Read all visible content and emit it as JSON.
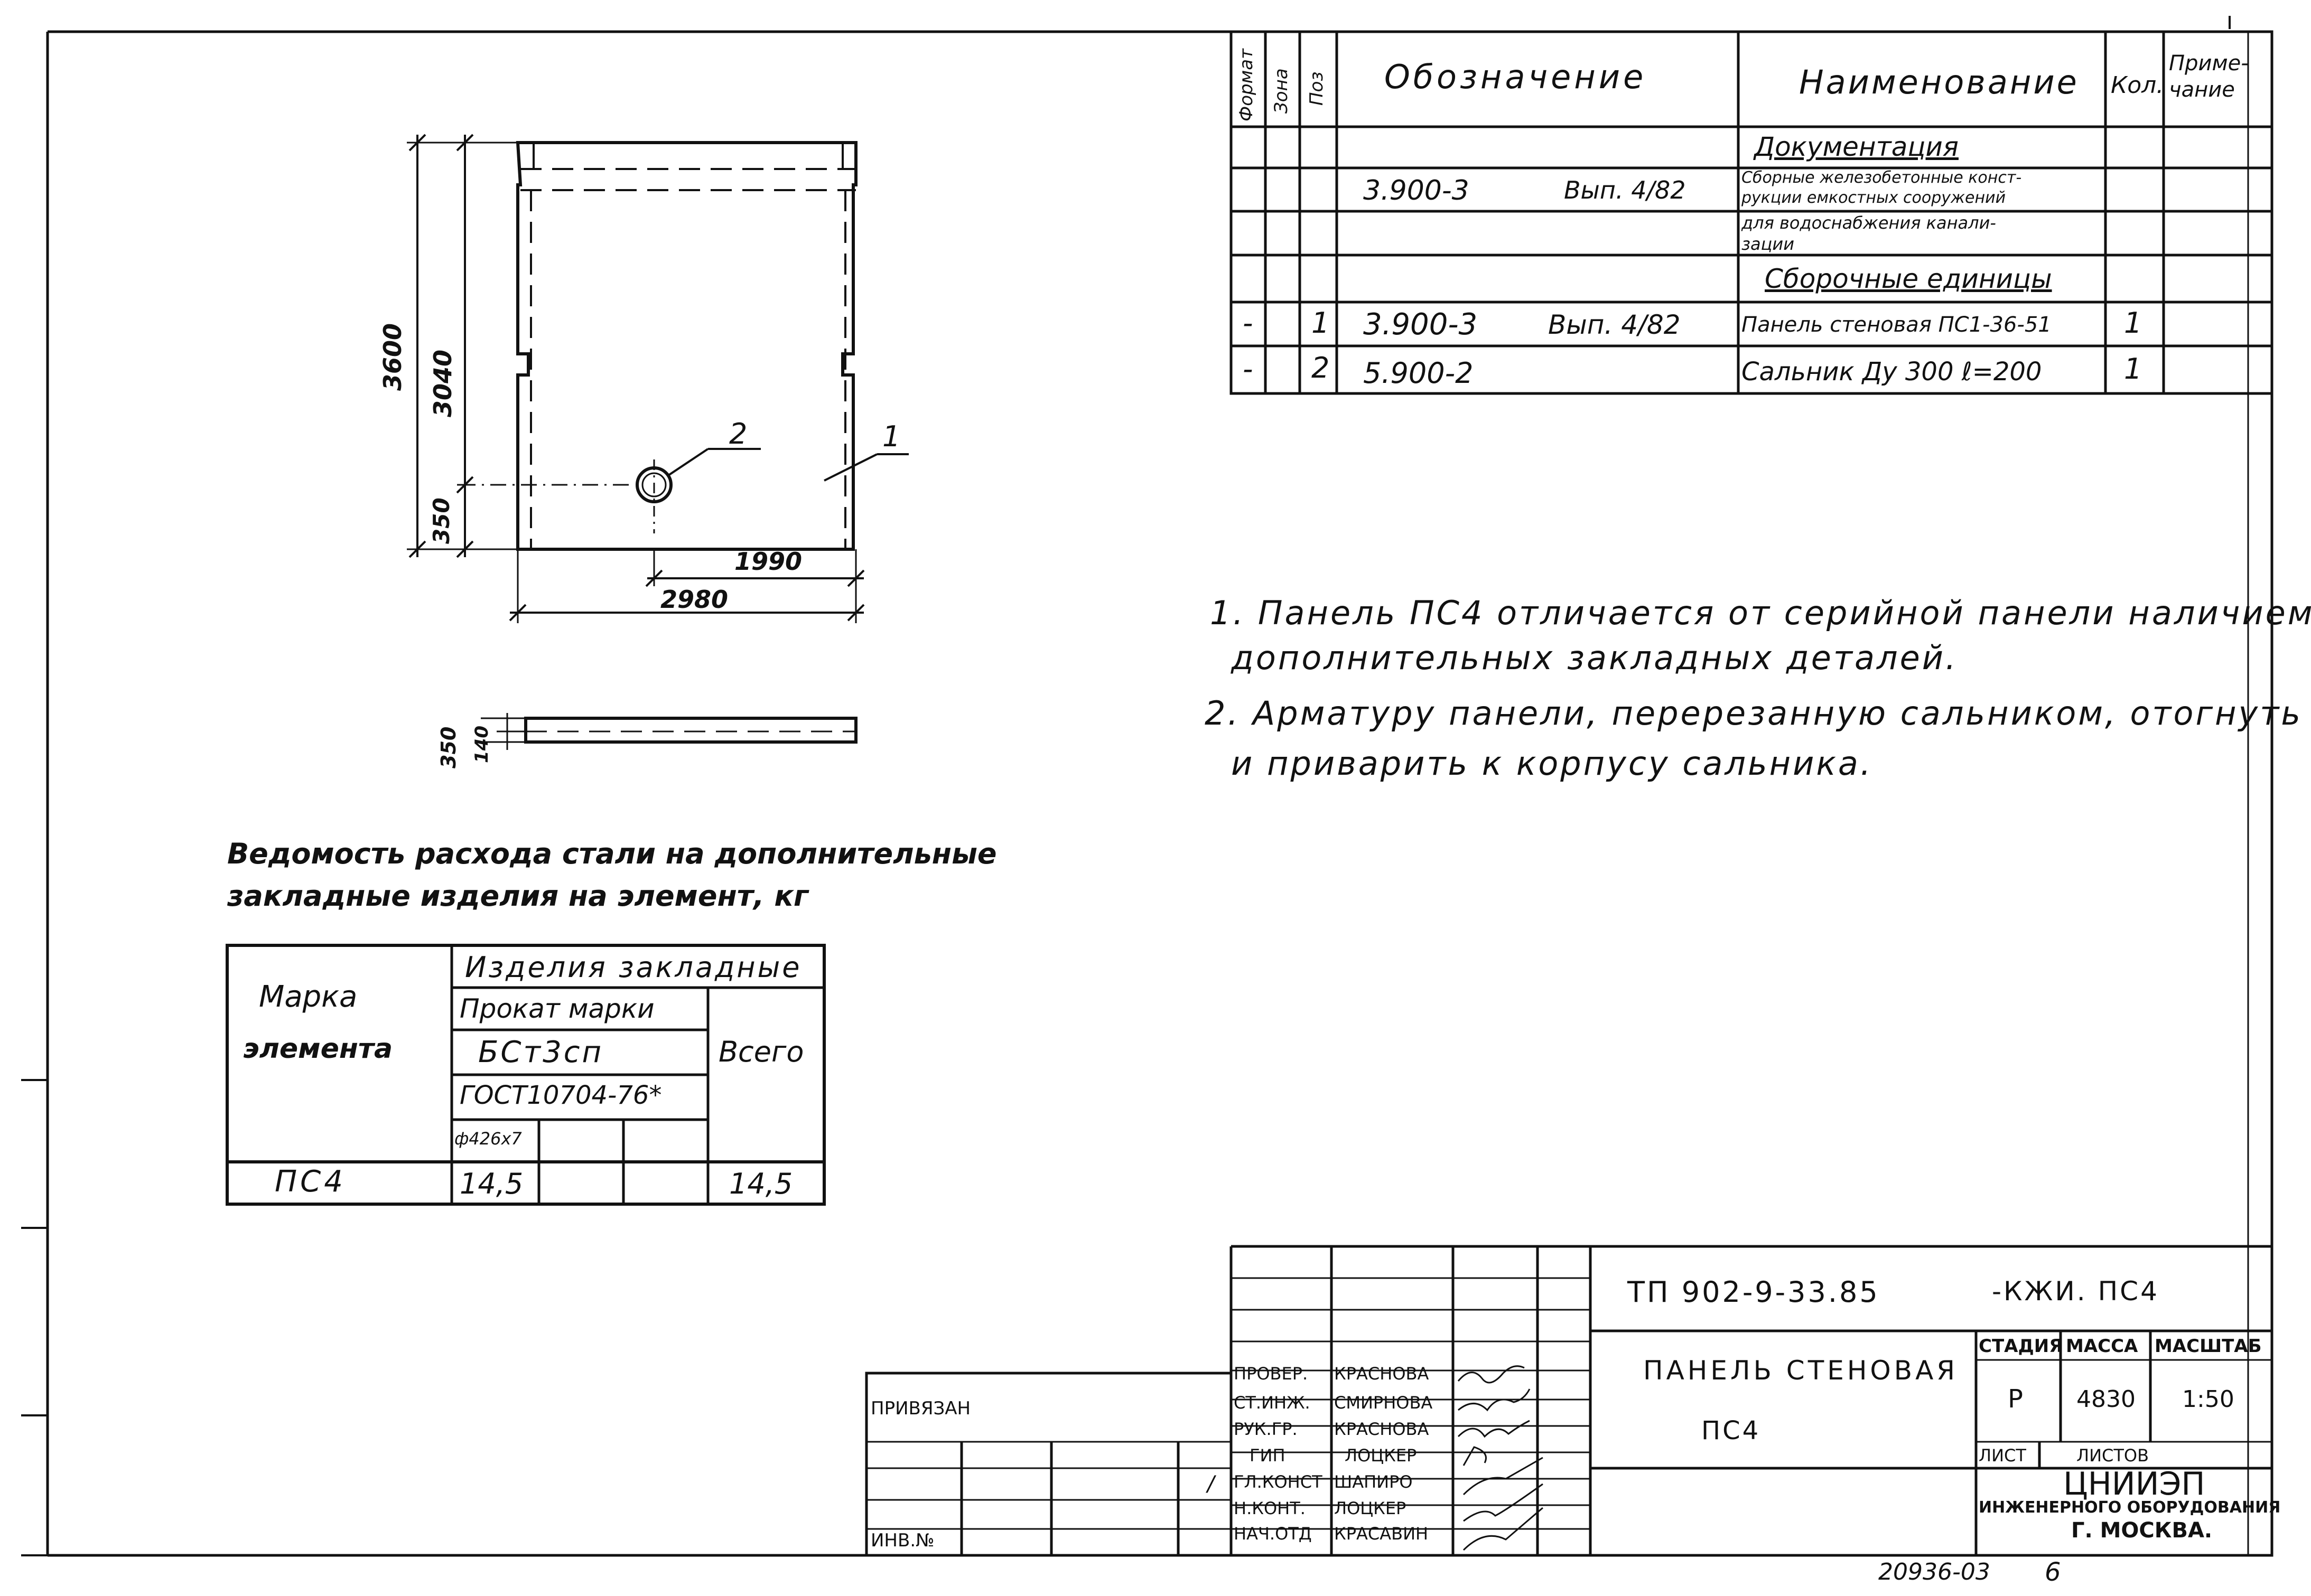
{
  "spec": {
    "headers": {
      "format": "Формат",
      "zone": "Зона",
      "pos": "Поз",
      "designation": "Обозначение",
      "name": "Наименование",
      "qty": "Кол.",
      "note": "Приме-чание"
    },
    "section_doc": "Документация",
    "doc_row": {
      "designation": "3.900-3",
      "issue": "Вып. 4/82",
      "name1": "Сборные железобетонные конст-",
      "name2": "рукции емкостных сооружений",
      "name3": "для водоснабжения канали-",
      "name4": "зации"
    },
    "section_asm": "Сборочные единицы",
    "rows": [
      {
        "format": "-",
        "pos": "1",
        "designation": "3.900-3",
        "issue": "Вып. 4/82",
        "name": "Панель стеновая ПС1-36-51",
        "qty": "1"
      },
      {
        "format": "-",
        "pos": "2",
        "designation": "5.900-2",
        "issue": "",
        "name": "Сальник Ду 300 ℓ=200",
        "qty": "1"
      }
    ]
  },
  "drawing": {
    "dim_3600": "3600",
    "dim_3040": "3040",
    "dim_350": "350",
    "dim_1990": "1990",
    "dim_2980": "2980",
    "dim_side_350": "350",
    "dim_side_140": "140",
    "leader_1": "1",
    "leader_2": "2"
  },
  "notes": {
    "n1a": "1. Панель ПС4 отличается от серийной панели наличием",
    "n1b": "дополнительных закладных деталей.",
    "n2a": "2. Арматуру панели, перерезанную сальником, отогнуть",
    "n2b": "и приварить к корпусу сальника."
  },
  "steel": {
    "title1": "Ведомость расхода стали на дополнительные",
    "title2": "закладные изделия на элемент, кг",
    "col_mark1": "Марка",
    "col_mark2": "элемента",
    "group": "Изделия закладные",
    "sub1": "Прокат марки",
    "sub2": "БСт3сп",
    "sub3": "ГОСТ10704-76*",
    "sub4": "ф426х7",
    "total": "Всего",
    "row": {
      "mark": "ПС4",
      "val": "14,5",
      "total": "14,5"
    }
  },
  "stamp": {
    "code": "ТП 902-9-33.85",
    "sheet_code": "-КЖИ. ПС4",
    "title1": "ПАНЕЛЬ СТЕНОВАЯ",
    "title2": "ПС4",
    "stage_h": "СТАДИЯ",
    "mass_h": "МАССА",
    "scale_h": "МАСШТАБ",
    "stage": "Р",
    "mass": "4830",
    "scale": "1:50",
    "sheet_h": "ЛИСТ",
    "sheets_h": "ЛИСТОВ",
    "org1": "ЦНИИЭП",
    "org2": "ИНЖЕНЕРНОГО ОБОРУДОВАНИЯ",
    "org3": "Г. МОСКВА.",
    "roles": [
      "ПРОВЕР.",
      "СТ.ИНЖ.",
      "РУК.ГР.",
      "ГИП",
      "ГЛ.КОНСТ",
      "Н.КОНТ.",
      "НАЧ.ОТД"
    ],
    "names": [
      "КРАСНОВА",
      "СМИРНОВА",
      "КРАСНОВА",
      "ЛОЦКЕР",
      "ШАПИРО",
      "ЛОЦКЕР",
      "КРАСАВИН"
    ],
    "privyazan": "ПРИВЯЗАН",
    "inv": "ИНВ.№",
    "slash": "/"
  },
  "footer": {
    "number": "20936-03",
    "page": "6"
  }
}
